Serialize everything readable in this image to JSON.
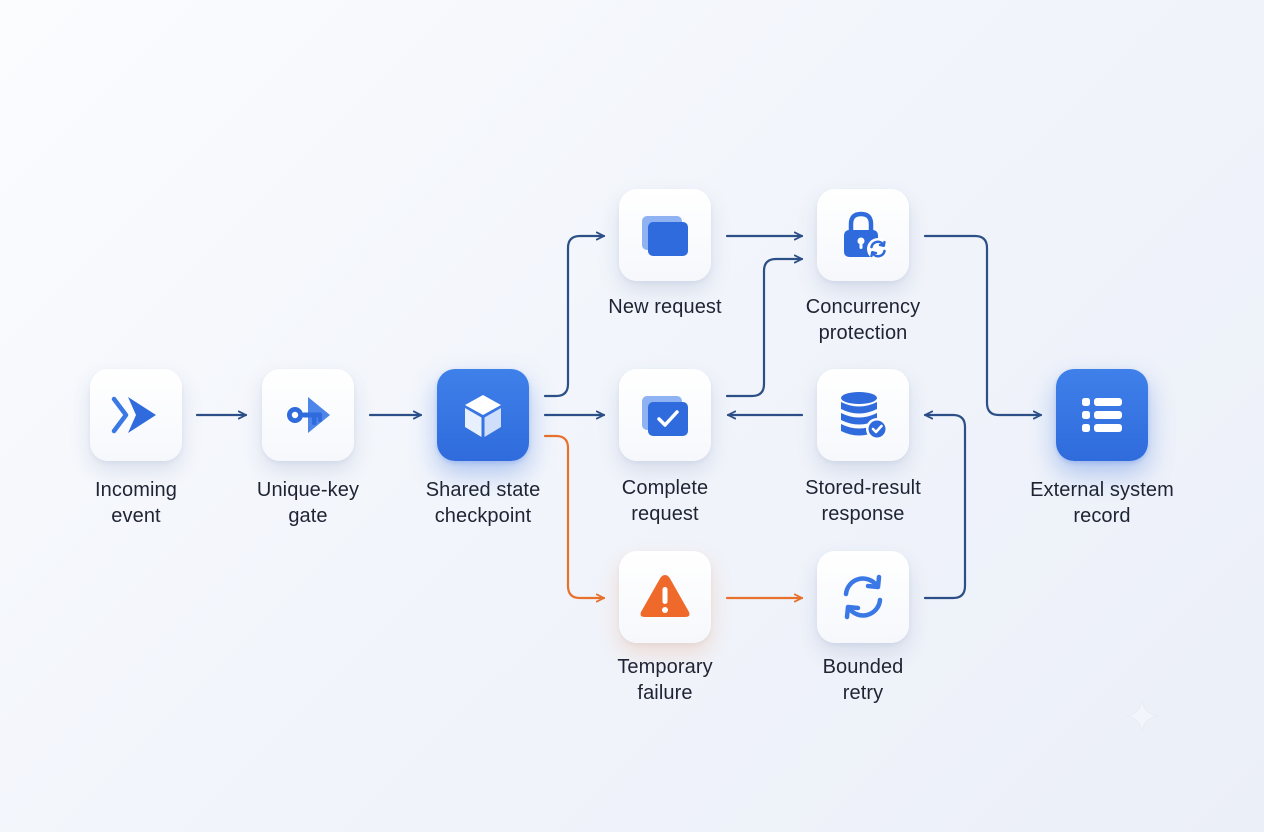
{
  "colors": {
    "accent_blue": "#2f6bdc",
    "connector_blue": "#2b4f86",
    "connector_orange": "#e8712c",
    "warning_orange": "#ef6a2a",
    "label_text": "#1e2433"
  },
  "nodes": {
    "incoming_event": {
      "label_line1": "Incoming",
      "label_line2": "event",
      "icon": "double-chevron-right-icon"
    },
    "unique_key_gate": {
      "label_line1": "Unique-key",
      "label_line2": "gate",
      "icon": "key-icon"
    },
    "shared_state_checkpoint": {
      "label_line1": "Shared state",
      "label_line2": "checkpoint",
      "icon": "cube-icon"
    },
    "new_request": {
      "label_line1": "New request",
      "label_line2": "",
      "icon": "stacked-cards-icon"
    },
    "complete_request": {
      "label_line1": "Complete",
      "label_line2": "request",
      "icon": "stacked-cards-check-icon"
    },
    "temporary_failure": {
      "label_line1": "Temporary",
      "label_line2": "failure",
      "icon": "warning-triangle-icon"
    },
    "concurrency_protection": {
      "label_line1": "Concurrency",
      "label_line2": "protection",
      "icon": "lock-refresh-icon"
    },
    "stored_result_response": {
      "label_line1": "Stored-result",
      "label_line2": "response",
      "icon": "database-check-icon"
    },
    "bounded_retry": {
      "label_line1": "Bounded",
      "label_line2": "retry",
      "icon": "refresh-icon"
    },
    "external_system_record": {
      "label_line1": "External system",
      "label_line2": "record",
      "icon": "list-icon"
    }
  }
}
